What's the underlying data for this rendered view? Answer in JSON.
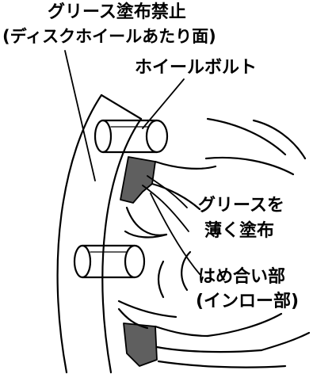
{
  "labels": {
    "no_grease_line1": "グリース塗布禁止",
    "no_grease_line2": "(ディスクホイールあたり面)",
    "wheel_bolt": "ホイールボルト",
    "thin_grease_line1": "グリースを",
    "thin_grease_line2": "薄く塗布",
    "fit_part_line1": "はめ合い部",
    "fit_part_line2": "(インロー部)"
  },
  "colors": {
    "line": "#000000",
    "grease_fill": "#5f5f5f",
    "background": "#ffffff"
  }
}
